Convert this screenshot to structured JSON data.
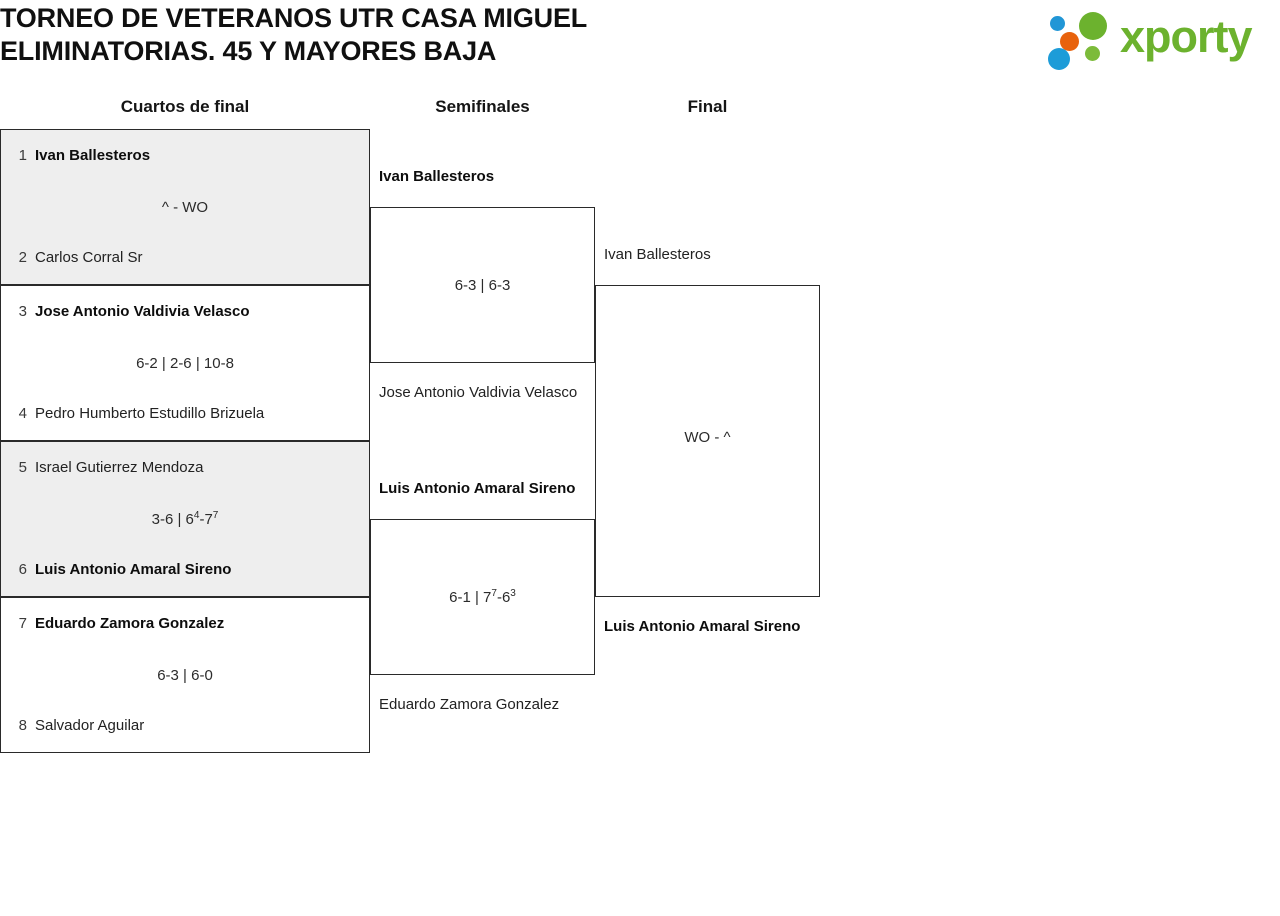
{
  "header": {
    "title": "TORNEO DE VETERANOS UTR CASA MIGUEL\nELIMINATORIAS. 45 Y MAYORES BAJA",
    "logo": {
      "wordmark": "xporty",
      "colors": {
        "green": "#6cb22e",
        "blue": "#2196d6",
        "orange": "#e8620c"
      }
    }
  },
  "rounds": [
    {
      "label": "Cuartos de final"
    },
    {
      "label": "Semifinales"
    },
    {
      "label": "Final"
    }
  ],
  "matches": {
    "r0": [
      {
        "shaded": true,
        "score": "^ - WO",
        "players": [
          {
            "seed": "1",
            "name": "Ivan Ballesteros",
            "winner": true
          },
          {
            "seed": "2",
            "name": "Carlos Corral Sr",
            "winner": false
          }
        ]
      },
      {
        "shaded": false,
        "score": "6-2 | 2-6 | 10-8",
        "players": [
          {
            "seed": "3",
            "name": "Jose Antonio Valdivia Velasco",
            "winner": true
          },
          {
            "seed": "4",
            "name": "Pedro Humberto Estudillo Brizuela",
            "winner": false
          }
        ]
      },
      {
        "shaded": true,
        "score": "3-6 | 6⁴-7⁷",
        "score_parts": [
          {
            "text": "3-6 | 6",
            "sup": "4"
          },
          {
            "text": "-7",
            "sup": "7"
          }
        ],
        "players": [
          {
            "seed": "5",
            "name": "Israel Gutierrez Mendoza",
            "winner": false
          },
          {
            "seed": "6",
            "name": "Luis Antonio Amaral Sireno",
            "winner": true
          }
        ]
      },
      {
        "shaded": false,
        "score": "6-3 | 6-0",
        "players": [
          {
            "seed": "7",
            "name": "Eduardo Zamora Gonzalez",
            "winner": true
          },
          {
            "seed": "8",
            "name": "Salvador Aguilar",
            "winner": false
          }
        ]
      }
    ],
    "r1": [
      {
        "shaded": false,
        "score": "6-3 | 6-3",
        "players": [
          {
            "seed": "",
            "name": "Ivan Ballesteros",
            "winner": true
          },
          {
            "seed": "",
            "name": "Jose Antonio Valdivia Velasco",
            "winner": false
          }
        ]
      },
      {
        "shaded": false,
        "score": "6-1 | 7⁷-6³",
        "score_parts": [
          {
            "text": "6-1 | 7",
            "sup": "7"
          },
          {
            "text": "-6",
            "sup": "3"
          }
        ],
        "players": [
          {
            "seed": "",
            "name": "Luis Antonio Amaral Sireno",
            "winner": true
          },
          {
            "seed": "",
            "name": "Eduardo Zamora Gonzalez",
            "winner": false
          }
        ]
      }
    ],
    "r2": [
      {
        "shaded": false,
        "score": "WO - ^",
        "players": [
          {
            "seed": "",
            "name": "Ivan Ballesteros",
            "winner": false
          },
          {
            "seed": "",
            "name": "Luis Antonio Amaral Sireno",
            "winner": true
          }
        ]
      }
    ]
  }
}
